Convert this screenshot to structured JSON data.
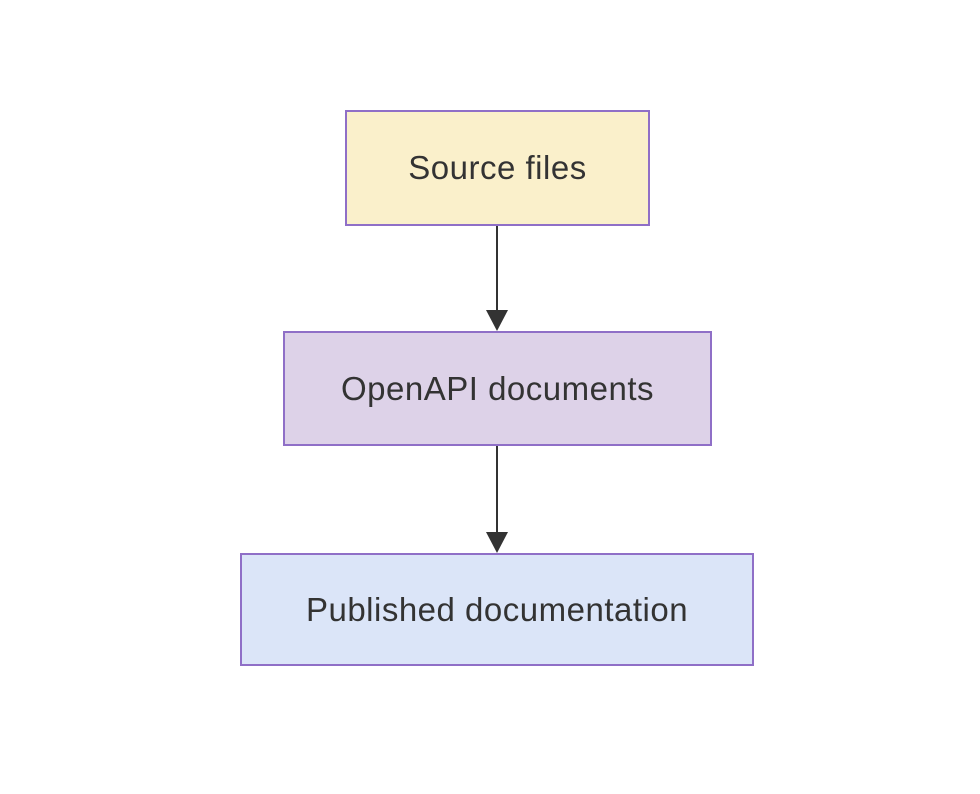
{
  "diagram": {
    "type": "flowchart",
    "direction": "top-to-bottom",
    "background_color": "#ffffff",
    "node_border_color": "#8f6fc7",
    "node_text_color": "#333333",
    "edge_color": "#333333",
    "nodes": [
      {
        "id": "source",
        "label": "Source files",
        "fill": "#faf0cb"
      },
      {
        "id": "openapi",
        "label": "OpenAPI documents",
        "fill": "#ddd2e8"
      },
      {
        "id": "published",
        "label": "Published documentation",
        "fill": "#dbe5f8"
      }
    ],
    "edges": [
      {
        "from": "Source files",
        "to": "OpenAPI documents",
        "style": "arrow-down"
      },
      {
        "from": "OpenAPI documents",
        "to": "Published documentation",
        "style": "arrow-down"
      }
    ]
  }
}
